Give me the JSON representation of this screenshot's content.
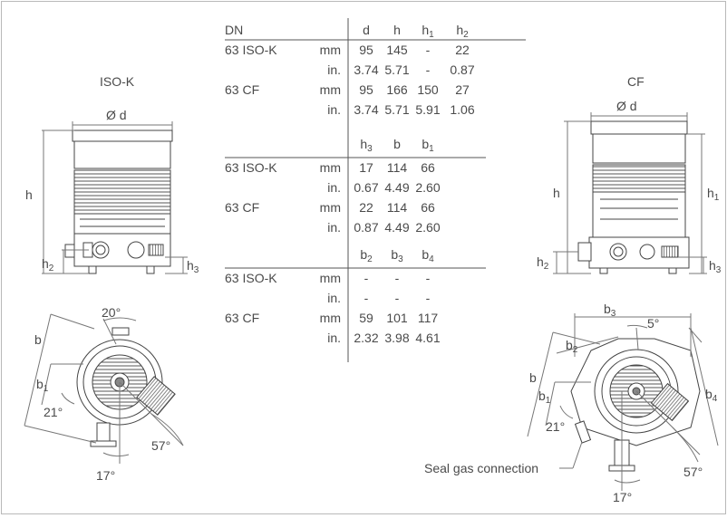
{
  "left_view": {
    "title": "ISO-K",
    "dim_d": "Ø d",
    "dim_h": "h",
    "dim_h2": "h",
    "dim_h2_sub": "2",
    "dim_h3": "h",
    "dim_h3_sub": "3",
    "angle_top": "20°",
    "dim_b": "b",
    "dim_b1": "b",
    "dim_b1_sub": "1",
    "angle_21": "21°",
    "angle_57": "57°",
    "angle_17": "17°"
  },
  "right_view": {
    "title": "CF",
    "dim_d": "Ø d",
    "dim_h": "h",
    "dim_h1": "h",
    "dim_h1_sub": "1",
    "dim_h2": "h",
    "dim_h2_sub": "2",
    "dim_h3": "h",
    "dim_h3_sub": "3",
    "dim_b3": "b",
    "dim_b3_sub": "3",
    "angle_5": "5°",
    "dim_b2": "b",
    "dim_b2_sub": "2",
    "dim_b": "b",
    "dim_b1": "b",
    "dim_b1_sub": "1",
    "dim_b4": "b",
    "dim_b4_sub": "4",
    "angle_21": "21°",
    "angle_57": "57°",
    "angle_17": "17°",
    "seal_gas": "Seal gas connection"
  },
  "table": {
    "header_dn": "DN",
    "header1": [
      {
        "t": "d",
        "s": ""
      },
      {
        "t": "h",
        "s": ""
      },
      {
        "t": "h",
        "s": "1"
      },
      {
        "t": "h",
        "s": "2"
      }
    ],
    "header2": [
      {
        "t": "h",
        "s": "3"
      },
      {
        "t": "b",
        "s": ""
      },
      {
        "t": "b",
        "s": "1"
      }
    ],
    "header3": [
      {
        "t": "b",
        "s": "2"
      },
      {
        "t": "b",
        "s": "3"
      },
      {
        "t": "b",
        "s": "4"
      }
    ],
    "rows1": [
      {
        "dn": "63 ISO-K",
        "unit": "mm",
        "v": [
          "95",
          "145",
          "-",
          "22"
        ]
      },
      {
        "dn": "",
        "unit": "in.",
        "v": [
          "3.74",
          "5.71",
          "-",
          "0.87"
        ]
      },
      {
        "dn": "63 CF",
        "unit": "mm",
        "v": [
          "95",
          "166",
          "150",
          "27"
        ]
      },
      {
        "dn": "",
        "unit": "in.",
        "v": [
          "3.74",
          "5.71",
          "5.91",
          "1.06"
        ]
      }
    ],
    "rows2": [
      {
        "dn": "63 ISO-K",
        "unit": "mm",
        "v": [
          "17",
          "114",
          "66"
        ]
      },
      {
        "dn": "",
        "unit": "in.",
        "v": [
          "0.67",
          "4.49",
          "2.60"
        ]
      },
      {
        "dn": "63 CF",
        "unit": "mm",
        "v": [
          "22",
          "114",
          "66"
        ]
      },
      {
        "dn": "",
        "unit": "in.",
        "v": [
          "0.87",
          "4.49",
          "2.60"
        ]
      }
    ],
    "rows3": [
      {
        "dn": "63 ISO-K",
        "unit": "mm",
        "v": [
          "-",
          "-",
          "-"
        ]
      },
      {
        "dn": "",
        "unit": "in.",
        "v": [
          "-",
          "-",
          "-"
        ]
      },
      {
        "dn": "63 CF",
        "unit": "mm",
        "v": [
          "59",
          "101",
          "117"
        ]
      },
      {
        "dn": "",
        "unit": "in.",
        "v": [
          "2.32",
          "3.98",
          "4.61"
        ]
      }
    ]
  }
}
